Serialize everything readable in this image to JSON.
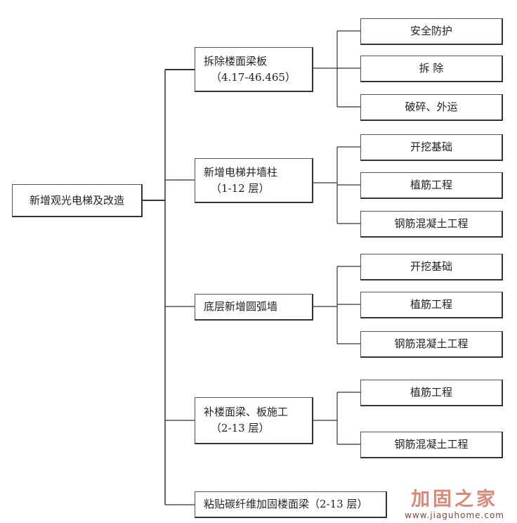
{
  "root": "新增观光电梯及改造",
  "groups": [
    {
      "title": "拆除楼面梁板",
      "subtitle": "（4.17-46.465）",
      "children": [
        "安全防护",
        "拆 除",
        "破碎、外运"
      ]
    },
    {
      "title": "新增电梯井墙柱",
      "subtitle": "（1-12 层）",
      "children": [
        "开挖基础",
        "植筋工程",
        "钢筋混凝土工程"
      ]
    },
    {
      "title": "底层新增圆弧墙",
      "subtitle": "",
      "children": [
        "开挖基础",
        "植筋工程",
        "钢筋混凝土工程"
      ]
    },
    {
      "title": "补楼面梁、板施工",
      "subtitle": "（2-13 层）",
      "children": [
        "植筋工程",
        "钢筋混凝土工程"
      ]
    },
    {
      "title": "粘贴碳纤维加固楼面梁（2-13 层）",
      "subtitle": "",
      "children": []
    }
  ],
  "watermark": {
    "brand": "加固之家",
    "url": "www.jiaguhome.com"
  }
}
